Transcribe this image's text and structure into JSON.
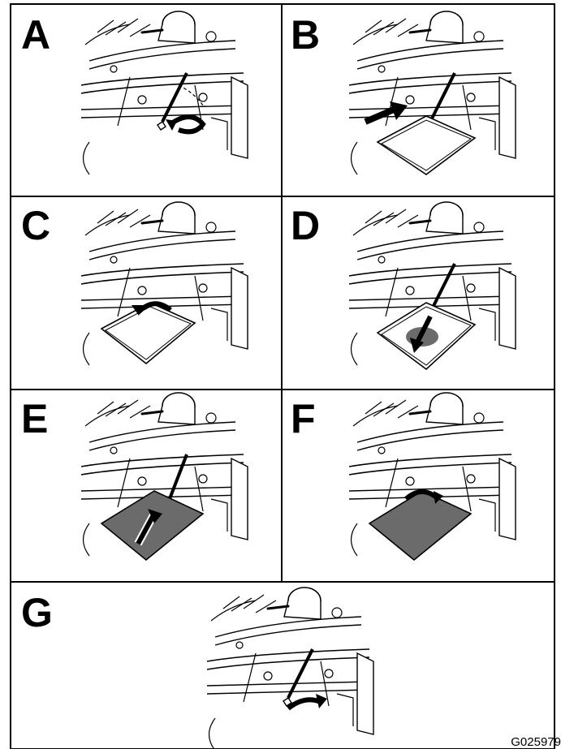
{
  "panels": [
    {
      "id": "A",
      "label": "A",
      "action": "rotate-ccw-arrow",
      "pan": false,
      "fill": false
    },
    {
      "id": "B",
      "label": "B",
      "action": "push-right-arrow",
      "pan": true,
      "fill": false
    },
    {
      "id": "C",
      "label": "C",
      "action": "rotate-ccw-arrow",
      "pan": true,
      "fill": false
    },
    {
      "id": "D",
      "label": "D",
      "action": "down-arrow",
      "pan": true,
      "fill": false
    },
    {
      "id": "E",
      "label": "E",
      "action": "up-arrow",
      "pan": true,
      "fill": true
    },
    {
      "id": "F",
      "label": "F",
      "action": "rotate-cw-arrow",
      "pan": true,
      "fill": true
    },
    {
      "id": "G",
      "label": "G",
      "action": "rotate-cw-arrow",
      "pan": false,
      "fill": false
    }
  ],
  "figure_code": "G025979",
  "colors": {
    "line": "#000000",
    "oil": "#6b6b6b",
    "background": "#ffffff"
  }
}
